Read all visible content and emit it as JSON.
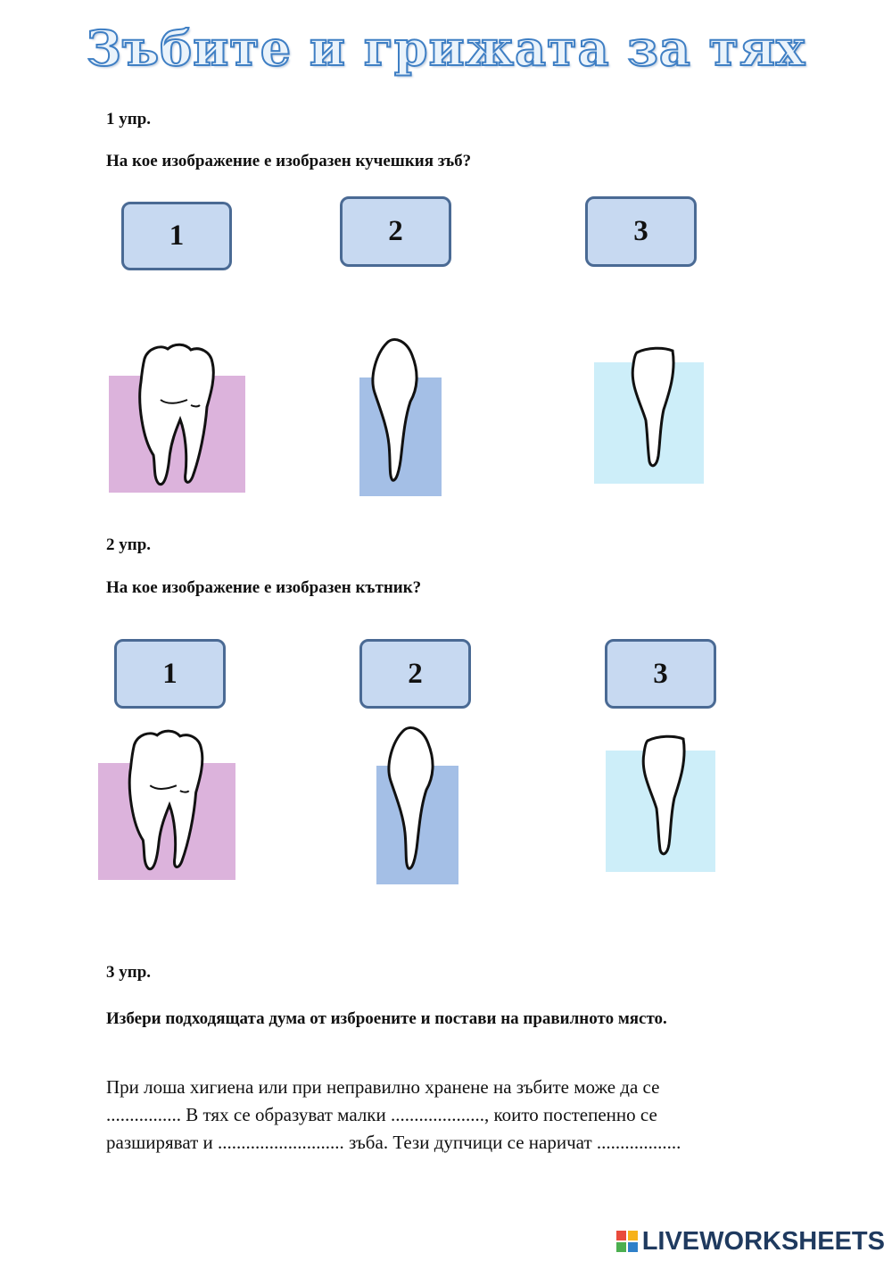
{
  "title": "Зъбите и грижата за тях",
  "ex1": {
    "label": "1 упр.",
    "question": "На кое изображение е изобразен кучешкия зъб?",
    "options": [
      "1",
      "2",
      "3"
    ]
  },
  "ex2": {
    "label": "2 упр.",
    "question": "На кое изображение е изобразен кътник?",
    "options": [
      "1",
      "2",
      "3"
    ]
  },
  "ex3": {
    "label": "3 упр.",
    "instruction": "Избери подходящата дума от изброените и постави на правилното място.",
    "line1": "При лоша хигиена или при неправилно хранене на зъбите може да се",
    "line2": "................ В тях се образуват малки ...................., които постепенно се",
    "line3": "разширяват и ........................... зъба. Тези дупчици се наричат .................."
  },
  "footer": {
    "brand": "LIVEWORKSHEETS"
  },
  "colors": {
    "option_box": "#c7d9f1",
    "option_border": "#4a6a94",
    "molar_bg": "#dcb3dc",
    "canine_bg": "#a4bfe6",
    "incisor_bg": "#cdeef9",
    "title_stroke": "#3f7fc4"
  }
}
